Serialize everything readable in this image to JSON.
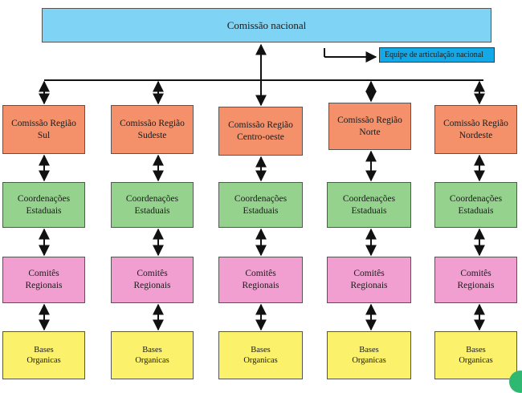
{
  "title": "Comissão nacional",
  "equipe_label": "Equipe de articulação nacional",
  "columns": [
    {
      "regiao": "Comissão Região\nSul",
      "coord": "Coordenações\nEstaduais",
      "comite": "Comitês\nRegionais",
      "base": "Bases\nOrganicas"
    },
    {
      "regiao": "Comissão Região\nSudeste",
      "coord": "Coordenações\nEstaduais",
      "comite": "Comitês\nRegionais",
      "base": "Bases\nOrganicas"
    },
    {
      "regiao": "Comissão Região\nCentro-oeste",
      "coord": "Coordenações\nEstaduais",
      "comite": "Comitês\nRegionais",
      "base": "Bases\nOrganicas"
    },
    {
      "regiao": "Comissão Região\nNorte",
      "coord": "Coordenações\nEstaduais",
      "comite": "Comitês\nRegionais",
      "base": "Bases\nOrganicas"
    },
    {
      "regiao": "Comissão Região\nNordeste",
      "coord": "Coordenações\nEstaduais",
      "comite": "Comitês\nRegionais",
      "base": "Bases\nOrganicas"
    }
  ],
  "colors": {
    "top": "#7fd3f5",
    "equipe": "#12a9e6",
    "regiao": "#f4906a",
    "coord": "#95d28e",
    "comite": "#f19fd1",
    "base": "#fbf16a"
  }
}
